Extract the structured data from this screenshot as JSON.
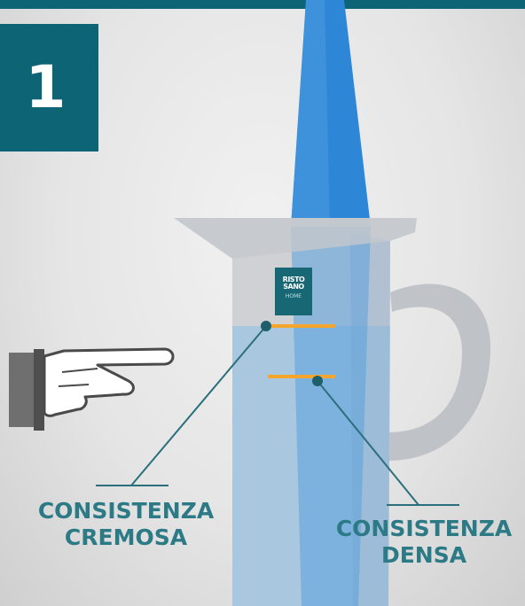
{
  "step": {
    "number": "1"
  },
  "brand": {
    "line1": "RISTO",
    "line2": "SANO",
    "line3": "HOME"
  },
  "labels": {
    "cremosa": [
      "CONSISTENZA",
      "CREMOSA"
    ],
    "densa": [
      "CONSISTENZA",
      "DENSA"
    ]
  },
  "colors": {
    "teal": "#0d6475",
    "label_teal": "#2b7a86",
    "water_stream": "#2e86d6",
    "marker_orange": "#f5a52a",
    "hand_gray": "#6f6f6f"
  },
  "icons": [
    "pointing-hand-icon",
    "measuring-jug",
    "water-stream"
  ]
}
